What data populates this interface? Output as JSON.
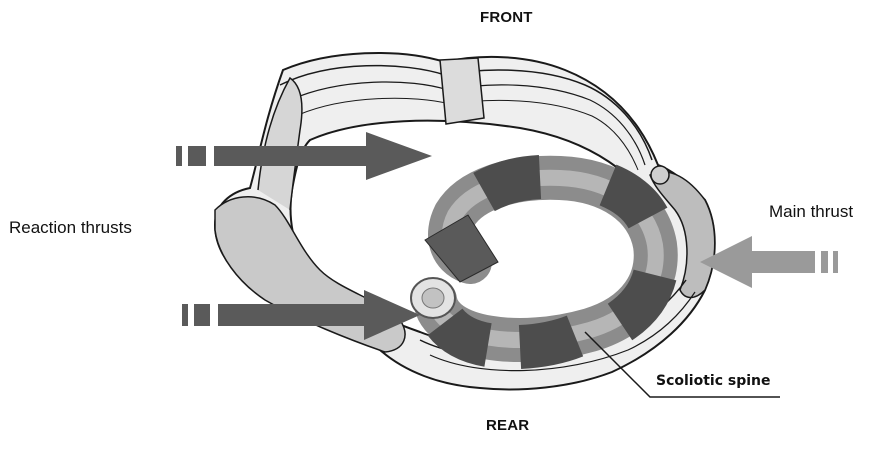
{
  "labels": {
    "front": "FRONT",
    "rear": "REAR",
    "reaction_thrusts": "Reaction  thrusts",
    "main_thrust": "Main thrust",
    "scoliotic_spine": "Scoliotic spine"
  },
  "colors": {
    "arrow": "#5a5a5a",
    "arrow_light": "#9a9a9a",
    "brace_outline": "#1a1a1a",
    "brace_fill": "#e9e9e9",
    "spine_dark": "#4d4d4d",
    "spine_mid": "#8c8c8c",
    "spine_light": "#d8d8d8"
  },
  "icons": {
    "reaction_arrow_top": "arrow-right-icon",
    "reaction_arrow_bottom": "arrow-right-icon",
    "main_arrow": "arrow-left-icon"
  }
}
